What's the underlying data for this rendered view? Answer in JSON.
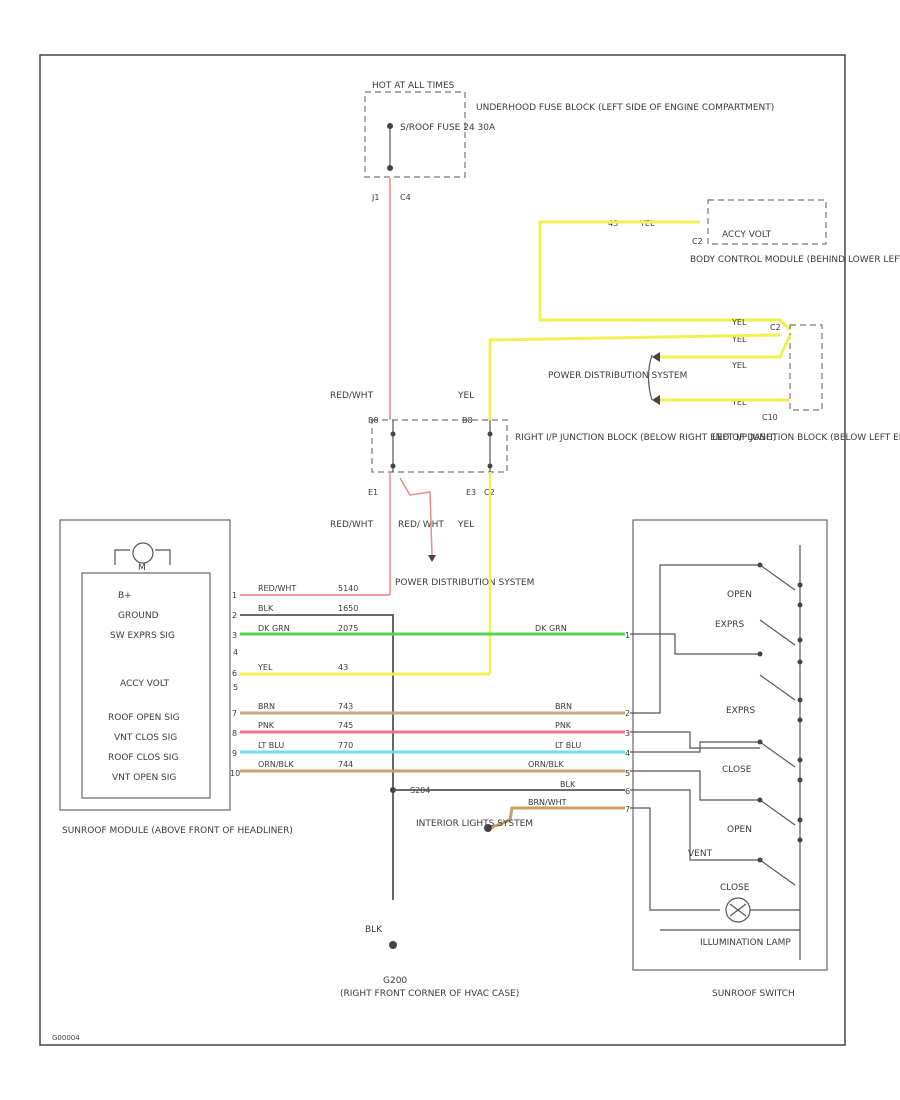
{
  "colors": {
    "red_wht": "#f08a8a",
    "blk": "#555555",
    "dk_grn": "#55d455",
    "yel": "#f0f050",
    "brn": "#c8a878",
    "pnk": "#f07090",
    "lt_blu": "#70e0e8",
    "orn_blk": "#c8a070",
    "brn_wht": "#c8a060"
  },
  "fuse_block": {
    "hot_label": "HOT AT ALL TIMES",
    "fuse_label": "S/ROOF FUSE 24 30A",
    "location": "UNDERHOOD FUSE BLOCK (LEFT SIDE OF ENGINE COMPARTMENT)",
    "pin_left": "J1",
    "pin_right": "C4"
  },
  "bcm": {
    "signal": "ACCY VOLT",
    "pin": "C2",
    "wire_num": "43",
    "wire_color": "YEL",
    "location": "BODY CONTROL MODULE (BEHIND LOWER LEFT SIDE OF DASH)"
  },
  "left_jb": {
    "location": "LEFT I/P JUNCTION BLOCK (BELOW LEFT END OF DASH)",
    "pin_top": "C2",
    "pin_bottom": "C10",
    "power_dist": "POWER DISTRIBUTION SYSTEM",
    "wire_labels": [
      "YEL",
      "YEL",
      "YEL",
      "YEL"
    ]
  },
  "right_jb": {
    "location": "RIGHT I/P JUNCTION BLOCK (BELOW RIGHT END OF DASH)",
    "wire_red_wht": "RED/WHT",
    "wire_yel": "YEL",
    "pin_red": "B8",
    "pin_yel": "B8",
    "pin_e1": "E1",
    "pin_e3": "E3",
    "pin_c2": "C2",
    "red_wht_below": "RED/WHT",
    "red_wht_tap": "RED/ WHT",
    "yel_below": "YEL",
    "power_dist": "POWER DISTRIBUTION SYSTEM"
  },
  "sunroof_module": {
    "location": "SUNROOF MODULE (ABOVE FRONT OF HEADLINER)",
    "motor_label": "M",
    "rows": [
      {
        "signal": "B+",
        "pin": "1",
        "color": "RED/WHT",
        "num": "5140",
        "right_color": "",
        "right_pin": ""
      },
      {
        "signal": "GROUND",
        "pin": "2",
        "color": "BLK",
        "num": "1650",
        "right_color": "",
        "right_pin": ""
      },
      {
        "signal": "SW EXPRS SIG",
        "pin": "3",
        "color": "DK GRN",
        "num": "2075",
        "right_color": "DK GRN",
        "right_pin": "1"
      },
      {
        "signal": "ACCY VOLT",
        "pin": "6",
        "color": "YEL",
        "num": "43",
        "right_color": "",
        "right_pin": ""
      },
      {
        "signal": "ROOF OPEN SIG",
        "pin": "7",
        "color": "BRN",
        "num": "743",
        "right_color": "BRN",
        "right_pin": "2"
      },
      {
        "signal": "VNT CLOS SIG",
        "pin": "8",
        "color": "PNK",
        "num": "745",
        "right_color": "PNK",
        "right_pin": "3"
      },
      {
        "signal": "ROOF CLOS SIG",
        "pin": "9",
        "color": "LT BLU",
        "num": "770",
        "right_color": "LT BLU",
        "right_pin": "4"
      },
      {
        "signal": "VNT OPEN SIG",
        "pin": "10",
        "color": "ORN/BLK",
        "num": "744",
        "right_color": "ORN/BLK",
        "right_pin": "5"
      }
    ],
    "pin4": "4",
    "pin5": "5"
  },
  "ground": {
    "splice": "S204",
    "blk_label": "BLK",
    "right_blk": "BLK",
    "right_blk_pin": "6",
    "brn_wht": "BRN/WHT",
    "brn_wht_pin": "7",
    "ground_label": "BLK",
    "ground_id": "G200",
    "ground_location": "(RIGHT FRONT CORNER OF HVAC CASE)",
    "interior_lights": "INTERIOR LIGHTS SYSTEM"
  },
  "sunroof_switch": {
    "title": "SUNROOF SWITCH",
    "labels": [
      "OPEN",
      "EXPRS",
      "EXPRS",
      "CLOSE",
      "OPEN",
      "CLOSE"
    ],
    "vent": "VENT",
    "lamp": "ILLUMINATION LAMP"
  },
  "footer_id": "G00004"
}
